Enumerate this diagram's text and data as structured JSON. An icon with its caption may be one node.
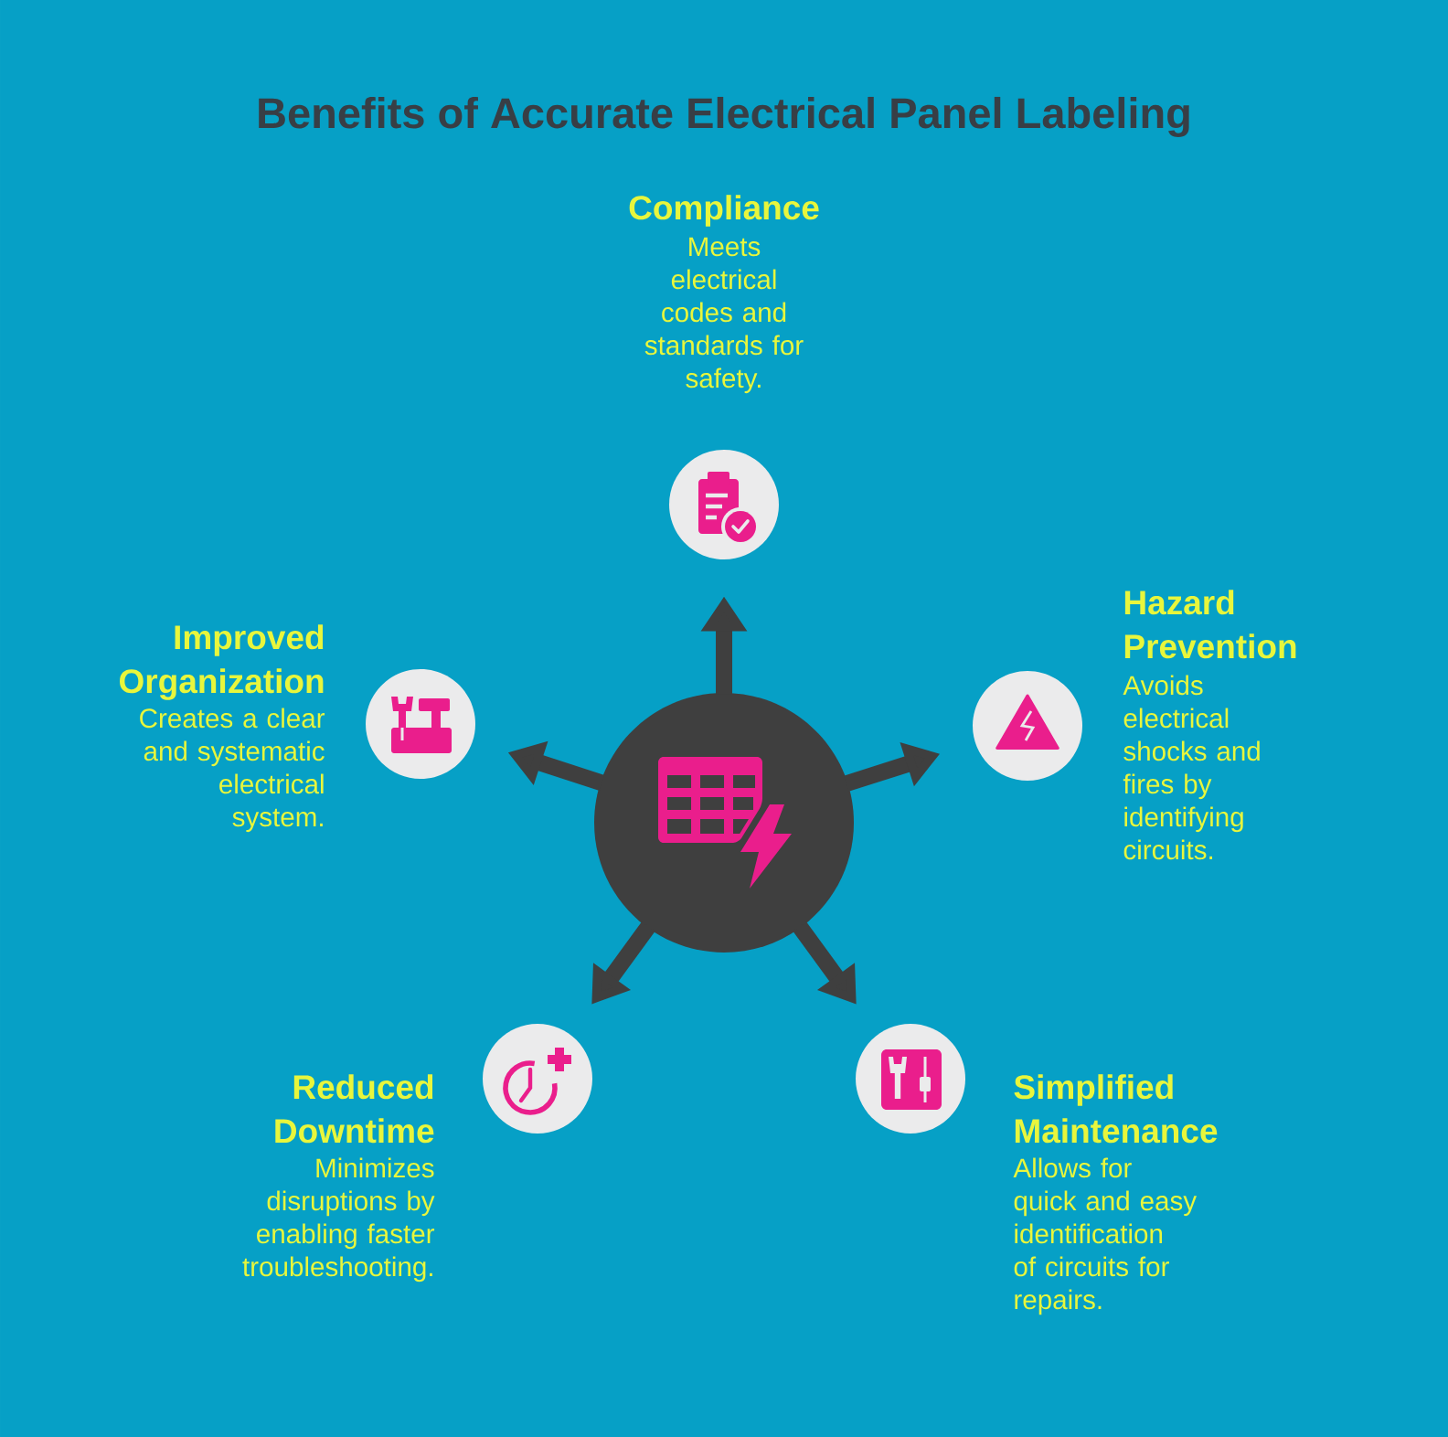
{
  "diagram": {
    "title": "Benefits of Accurate Electrical Panel Labeling",
    "nodes": [
      {
        "text": [],
        "shape": "circle",
        "beside": [
          "Compliance",
          "Meets electrical codes and standards for safety."
        ]
      },
      {
        "text": [],
        "shape": "circle",
        "beside": [
          "Improved Organization",
          "Creates a clear and systematic electrical system."
        ]
      },
      {
        "text": [],
        "shape": "circle",
        "beside": [
          "Hazard Prevention",
          "Avoids electrical shocks and fires by identifying circuits."
        ]
      },
      {
        "text": [],
        "shape": "circle"
      },
      {
        "text": [],
        "shape": "circle",
        "beside": [
          "Reduced Downtime",
          "Minimizes disruptions by enabling faster troubleshooting."
        ]
      },
      {
        "text": [],
        "shape": "circle",
        "beside": [
          "Simplified Maintenance",
          "Allows for quick and easy identification of circuits for repairs."
        ]
      }
    ],
    "edges": [
      {
        "from": 3,
        "to": 0,
        "arrow": "to"
      },
      {
        "from": 3,
        "to": 2,
        "arrow": "to"
      },
      {
        "from": 3,
        "to": 5,
        "arrow": "to"
      },
      {
        "from": 3,
        "to": 4,
        "arrow": "to"
      },
      {
        "from": 3,
        "to": 1,
        "arrow": "to"
      }
    ]
  }
}
